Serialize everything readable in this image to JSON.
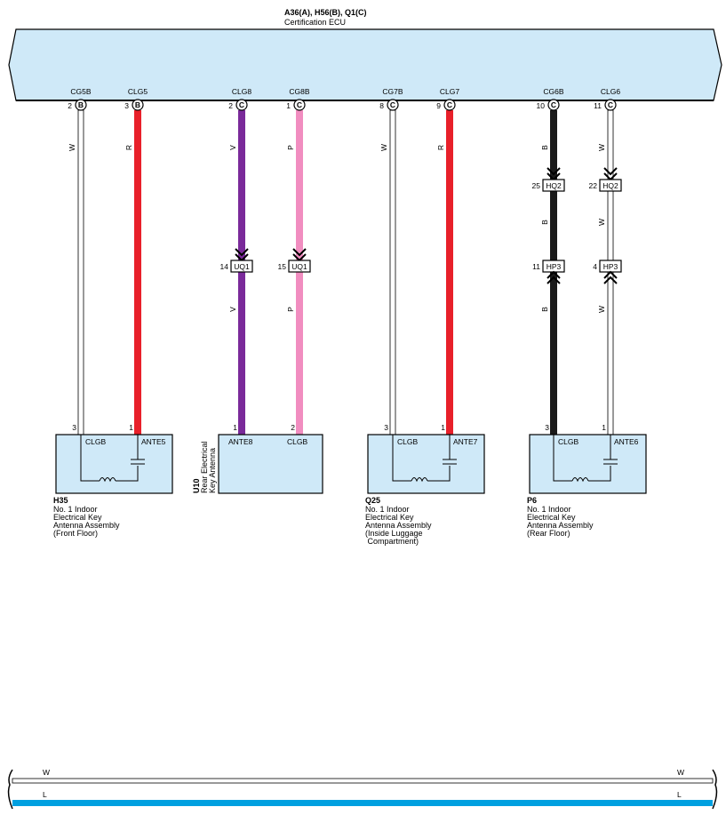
{
  "ecu": {
    "connectors_label": "A36(A), H56(B), Q1(C)",
    "name": "Certification ECU"
  },
  "ecu_pins": [
    {
      "signal": "CG5B",
      "pin": "2",
      "conn": "B",
      "wire": "W"
    },
    {
      "signal": "CLG5",
      "pin": "3",
      "conn": "B",
      "wire": "R"
    },
    {
      "signal": "CLG8",
      "pin": "2",
      "conn": "C",
      "wire": "V"
    },
    {
      "signal": "CG8B",
      "pin": "1",
      "conn": "C",
      "wire": "P"
    },
    {
      "signal": "CG7B",
      "pin": "8",
      "conn": "C",
      "wire": "W"
    },
    {
      "signal": "CLG7",
      "pin": "9",
      "conn": "C",
      "wire": "R"
    },
    {
      "signal": "CG6B",
      "pin": "10",
      "conn": "C",
      "wire": "B"
    },
    {
      "signal": "CLG6",
      "pin": "11",
      "conn": "C",
      "wire": "W"
    }
  ],
  "connectors": {
    "uq1_a": {
      "pin": "14",
      "name": "UQ1"
    },
    "uq1_b": {
      "pin": "15",
      "name": "UQ1"
    },
    "hq2_a": {
      "pin": "25",
      "name": "HQ2"
    },
    "hq2_b": {
      "pin": "22",
      "name": "HQ2"
    },
    "hp3_a": {
      "pin": "11",
      "name": "HP3"
    },
    "hp3_b": {
      "pin": "4",
      "name": "HP3"
    }
  },
  "wire_colors_lower": {
    "v": "V",
    "p": "P",
    "b": "B",
    "w": "W"
  },
  "components": {
    "h35": {
      "id": "H35",
      "pin_left": "3",
      "pin_right": "1",
      "label_left": "CLGB",
      "label_right": "ANTE5",
      "desc": [
        "No.  1 Indoor",
        "Electrical Key",
        "Antenna Assembly",
        "(Front Floor)"
      ]
    },
    "u10": {
      "id": "U10",
      "pin_left": "1",
      "pin_right": "2",
      "label_left": "ANTE8",
      "label_right": "CLGB",
      "desc": [
        "Rear Electrical",
        "Key Antenna"
      ]
    },
    "q25": {
      "id": "Q25",
      "pin_left": "3",
      "pin_right": "1",
      "label_left": "CLGB",
      "label_right": "ANTE7",
      "desc": [
        "No.  1 Indoor",
        "Electrical Key",
        "Antenna Assembly",
        "(Inside Luggage",
        " Compartment)"
      ]
    },
    "p6": {
      "id": "P6",
      "pin_left": "3",
      "pin_right": "1",
      "label_left": "CLGB",
      "label_right": "ANTE6",
      "desc": [
        "No.  1 Indoor",
        "Electrical Key",
        "Antenna Assembly",
        "(Rear Floor)"
      ]
    }
  },
  "bottom_bus": {
    "w_left": "W",
    "w_right": "W",
    "l_left": "L",
    "l_right": "L"
  },
  "colors": {
    "ecu_fill": "#cfe9f8",
    "comp_fill": "#cfe9f8",
    "red": "#e8202a",
    "violet": "#7a2a9a",
    "pink": "#f18dc0",
    "black": "#1a1a1a",
    "white_wire": "#ffffff",
    "blue_wire": "#00a0e0"
  }
}
